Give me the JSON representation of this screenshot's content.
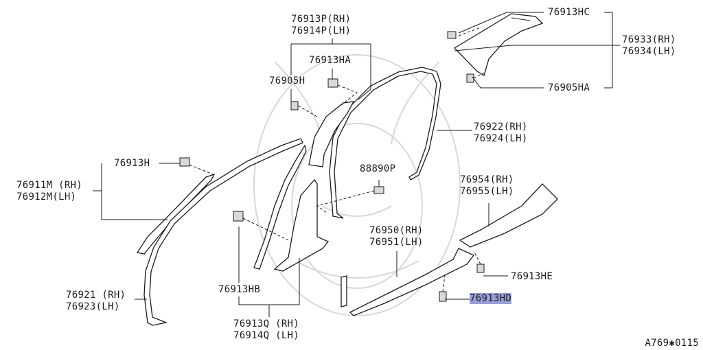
{
  "diagram": {
    "labels": {
      "p76913P": "76913P(RH)",
      "p76914P": "76914P(LH)",
      "p76913HA": "76913HA",
      "p76905H": "76905H",
      "p76913HC": "76913HC",
      "p76933": "76933(RH)",
      "p76934": "76934(LH)",
      "p76905HA": "76905HA",
      "p76922": "76922(RH)",
      "p76924": "76924(LH)",
      "p88890P": "88890P",
      "p76913H": "76913H",
      "p76911M": "76911M (RH)",
      "p76912M": "76912M(LH)",
      "p76954": "76954(RH)",
      "p76955": "76955(LH)",
      "p76950": "76950(RH)",
      "p76951": "76951(LH)",
      "p76913HE": "76913HE",
      "p76913HD": "76913HD",
      "p76921": "76921 (RH)",
      "p76923": "76923(LH)",
      "p76913HB": "76913HB",
      "p76913Q": "76913Q (RH)",
      "p76914Q": "76914Q (LH)"
    },
    "highlighted_part": "76913HD",
    "highlight_color": "#9aa0d8",
    "diagram_code": "A769✱0115"
  }
}
